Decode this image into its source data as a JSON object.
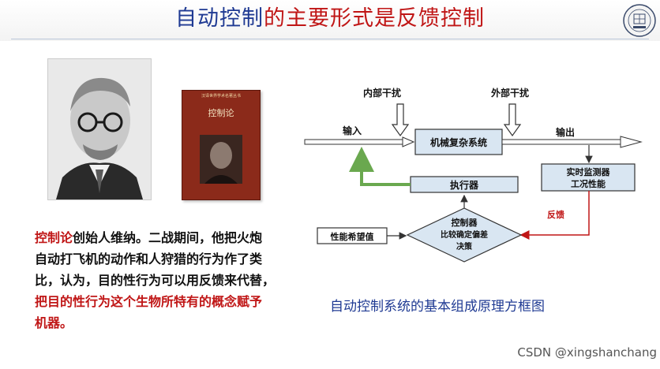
{
  "slide": {
    "title_part1": "自动控制",
    "title_part2": "的主要形式是反馈控制"
  },
  "book": {
    "series_text": "汉译世界学术名著丛书",
    "title": "控制论"
  },
  "body_text": {
    "line1_red": "控制论",
    "line1_rest": "创始人维纳。二战期间，他把火炮",
    "line2": "自动打飞机的动作和人狩猎的行为作了类",
    "line3_a": "比，认为，",
    "line3_b": "目的性行为可以用反馈来代替，",
    "line4": "把目的性行为这个生物所特有的概念赋予",
    "line5": "机器。"
  },
  "diagram": {
    "internal_disturbance": "内部干扰",
    "external_disturbance": "外部干扰",
    "input": "输入",
    "output": "输出",
    "mechanical_system": "机械复杂系统",
    "monitor_line1": "实时监测器",
    "monitor_line2": "工况性能",
    "actuator": "执行器",
    "feedback": "反馈",
    "controller_line1": "控制器",
    "controller_line2": "比较确定偏差",
    "controller_line3": "决策",
    "desired_performance": "性能希望值",
    "colors": {
      "feedback_red": "#c01616",
      "actuator_green": "#6aa84f",
      "box_fill": "#d9e6f2"
    }
  },
  "caption": "自动控制系统的基本组成原理方框图",
  "watermark": "CSDN @xingshanchang"
}
